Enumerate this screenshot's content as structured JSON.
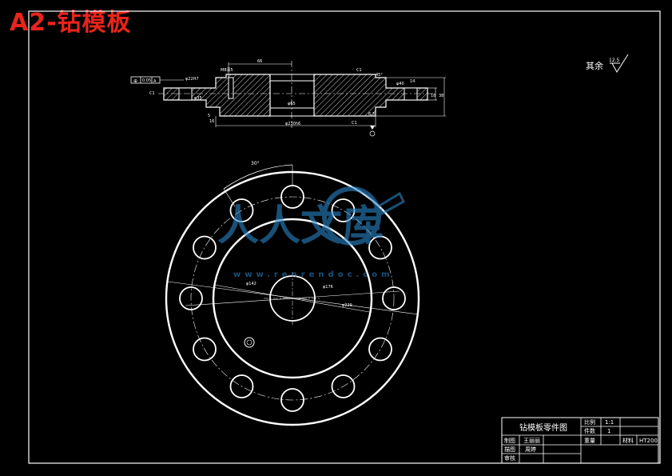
{
  "page_title": "A2-钻模板",
  "note": {
    "prefix": "其余",
    "roughness": "12.5"
  },
  "front_view": {
    "labels": {
      "top_dim": "66",
      "left_dim": "M8深5",
      "fcf_symbol": "⊕",
      "fcf_tol": "0.05",
      "fcf_datum": "A",
      "left_dia": "φ22H7",
      "chamfer_left": "C1",
      "chamfer_mid": "C1",
      "angle": "45°",
      "fit_left": "φ35",
      "fit_right": "φ40",
      "step_left": "5",
      "step_right": "14",
      "center_dia": "φ65",
      "right_h1": "38",
      "right_h2": "18",
      "height": "6.3",
      "bottom_dia": "φ230h6",
      "bottom_c": "C1",
      "side_small": "16"
    }
  },
  "plan_view": {
    "angle_label": "30°",
    "dim_1": "φ142",
    "dim_2": "φ176",
    "dim_3": "φ229"
  },
  "watermark": {
    "main": "人人文库",
    "url": "www.renrendoc.com"
  },
  "title_block": {
    "part_name": "钻模板零件图",
    "scale_label": "比例",
    "scale_value": "1:1",
    "qty_label": "件数",
    "qty_value": "1",
    "weight_label": "重量",
    "material_label": "材料",
    "material_value": "HT200",
    "drawn_label": "制图",
    "drawn_value": "王丽丽",
    "design_label": "描图",
    "design_value": "周婷",
    "check_label": "审核"
  }
}
